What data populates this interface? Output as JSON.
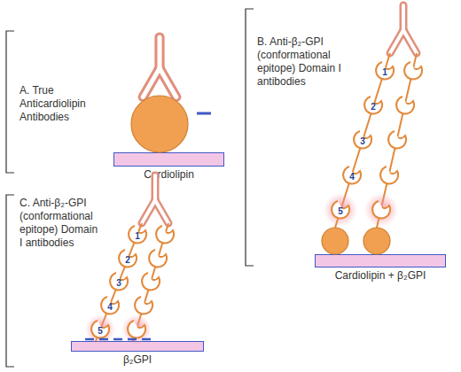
{
  "diagram": {
    "nodes": [
      {
        "text": [
          "Cardiolipin"
        ]
      },
      {
        "text": [
          "Cardiolipin + β₂GPI"
        ]
      },
      {
        "text": [
          "β₂GPI"
        ]
      }
    ],
    "labels": [
      "A. True Anticardiolipin Antibodies",
      "B. Anti-β₂-GPI (conformational epitope) Domain I antibodies",
      "1",
      "2",
      "3",
      "4",
      "5",
      "C. Anti-β₂-GPI (conformational epitope) Domain I antibodies",
      "1",
      "2",
      "3",
      "4",
      "5"
    ]
  }
}
